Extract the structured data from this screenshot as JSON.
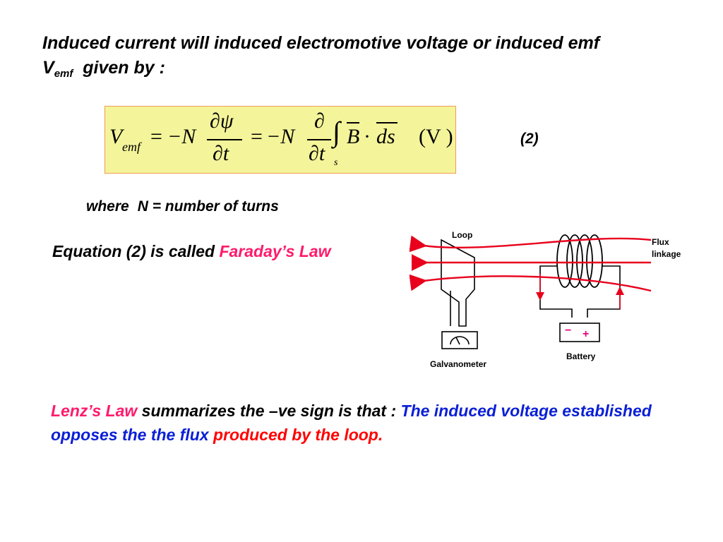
{
  "intro": {
    "line1": "Induced current will induced electromotive voltage or induced emf",
    "v_symbol": "V",
    "v_subscript": "emf",
    "line2_rest": "given by :"
  },
  "equation": {
    "lhs_symbol": "V",
    "lhs_subscript": "emf",
    "equals": "=",
    "minus_n": "−N",
    "partial_psi": "∂ψ",
    "partial_t": "∂t",
    "partial": "∂",
    "integral": "∫",
    "integral_sub": "s",
    "b_vec": "B",
    "dot": "·",
    "ds": "ds",
    "unit": "(V )",
    "number": "(2)"
  },
  "where": {
    "word": "where",
    "definition": "N = number of turns"
  },
  "faraday": {
    "prefix": "Equation (2) is called",
    "law": "Faraday’s Law"
  },
  "diagram": {
    "loop_label": "Loop",
    "flux_label_1": "Flux",
    "flux_label_2": "linkage",
    "galvanometer_label": "Galvanometer",
    "battery_label": "Battery",
    "minus_sign": "−",
    "plus_sign": "+"
  },
  "lenz": {
    "law": "Lenz’s Law",
    "middle": "summarizes the –ve sign is that  :",
    "blue_part": "The induced voltage established opposes the the flux",
    "red_part": "produced by the loop."
  },
  "colors": {
    "equation_bg": "#f4f49a",
    "equation_border": "#f29a56",
    "magenta": "#ff1a6c",
    "red": "#ff0000",
    "blue": "#0a1fd6"
  }
}
